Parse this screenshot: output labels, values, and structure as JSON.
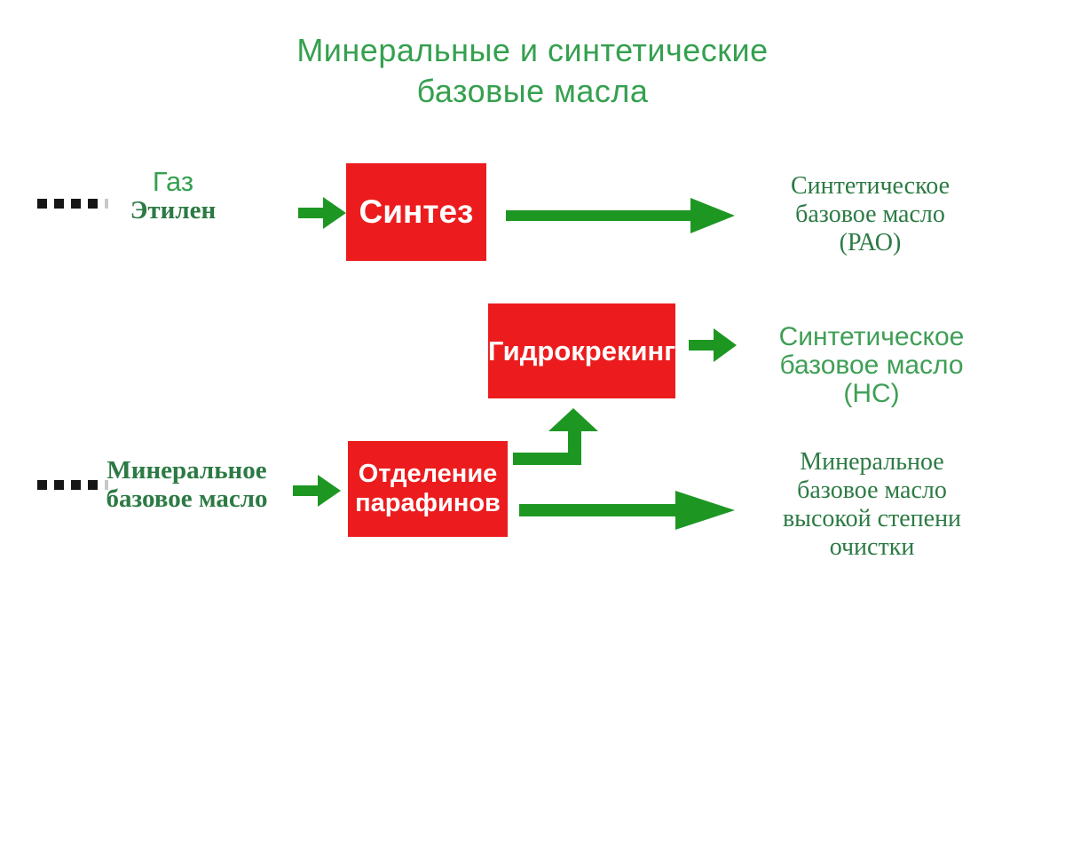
{
  "title": {
    "line1": "Минеральные и синтетические",
    "line2": "базовые масла"
  },
  "colors": {
    "red": "#ec1c1e",
    "arrow_green": "#1d9722",
    "title_green": "#35a04f",
    "serif_green": "#2c7a44",
    "sans_green": "#3f9f55"
  },
  "flow_top": {
    "source_line1": "Газ",
    "source_line2": "Этилен",
    "process": "Синтез",
    "result_lines": [
      "Синтетическое",
      "базовое масло",
      "(РАО)"
    ]
  },
  "flow_middle": {
    "process": "Гидрокрекинг",
    "result_lines": [
      "Синтетическое",
      "базовое масло",
      "(НС)"
    ]
  },
  "flow_bottom": {
    "source_line1": "Минеральное",
    "source_line2": "базовое масло",
    "process_line1": "Отделение",
    "process_line2": "парафинов",
    "result_lines": [
      "Минеральное",
      "базовое масло",
      "высокой степени",
      "очистки"
    ]
  }
}
